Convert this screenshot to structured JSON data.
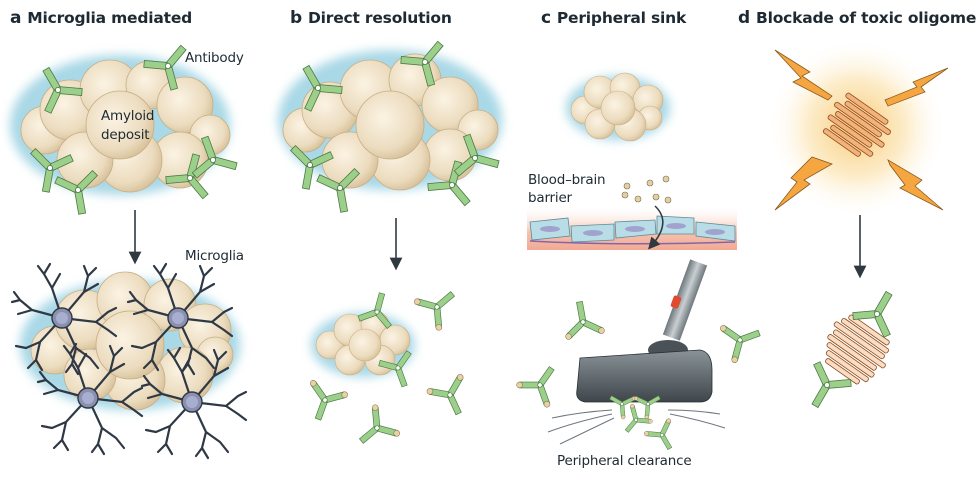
{
  "figure": {
    "panels": [
      {
        "letter": "a",
        "title": "Microglia mediated",
        "labels": {
          "antibody": "Antibody",
          "deposit_line1": "Amyloid",
          "deposit_line2": "deposit",
          "microglia": "Microglia"
        }
      },
      {
        "letter": "b",
        "title": "Direct resolution"
      },
      {
        "letter": "c",
        "title": "Peripheral sink",
        "labels": {
          "bbb_line1": "Blood–brain",
          "bbb_line2": "barrier",
          "clearance": "Peripheral clearance"
        }
      },
      {
        "letter": "d",
        "title": "Blockade of toxic oligomers"
      }
    ],
    "colors": {
      "amyloid": "#ecdcbf",
      "amyloid_shadow": "#d9c39c",
      "glow": "#a9d8e6",
      "antibody": "#9ccf8a",
      "antibody_stroke": "#4c7a45",
      "microglia": "#2f3845",
      "microglia_nucleus": "#9fa6c6",
      "oligomer": "#f2b27a",
      "bolt": "#f5a640",
      "arrow": "#2f3a40",
      "vacuum": "#5d666b",
      "vacuum_button": "#e04b2f",
      "endothelium": "#b8dde6",
      "blood": "#f4b8a2"
    }
  }
}
